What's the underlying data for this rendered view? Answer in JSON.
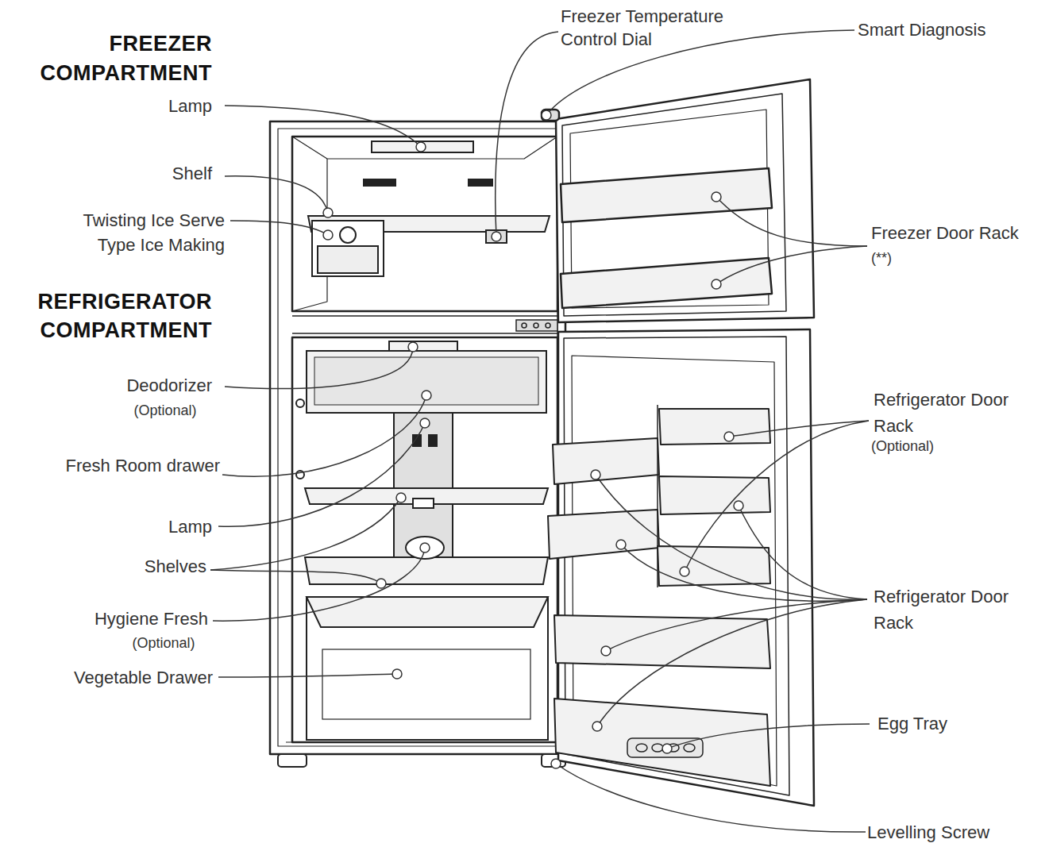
{
  "diagram": {
    "labels": [
      "FREEZER COMPARTMENT",
      "Lamp",
      "Shelf",
      "Twisting Ice Serve Type Ice Making",
      "REFRIGERATOR COMPARTMENT",
      "Deodorizer",
      "(Optional)",
      "Fresh Room drawer",
      "Lamp",
      "Shelves",
      "Hygiene Fresh",
      "(Optional)",
      "Vegetable Drawer",
      "Freezer Temperature Control Dial",
      "Smart Diagnosis",
      "Freezer Door Rack",
      "(**)",
      "Refrigerator Door Rack",
      "(Optional)",
      "Refrigerator Door Rack",
      "Egg Tray",
      "Levelling Screw"
    ]
  }
}
